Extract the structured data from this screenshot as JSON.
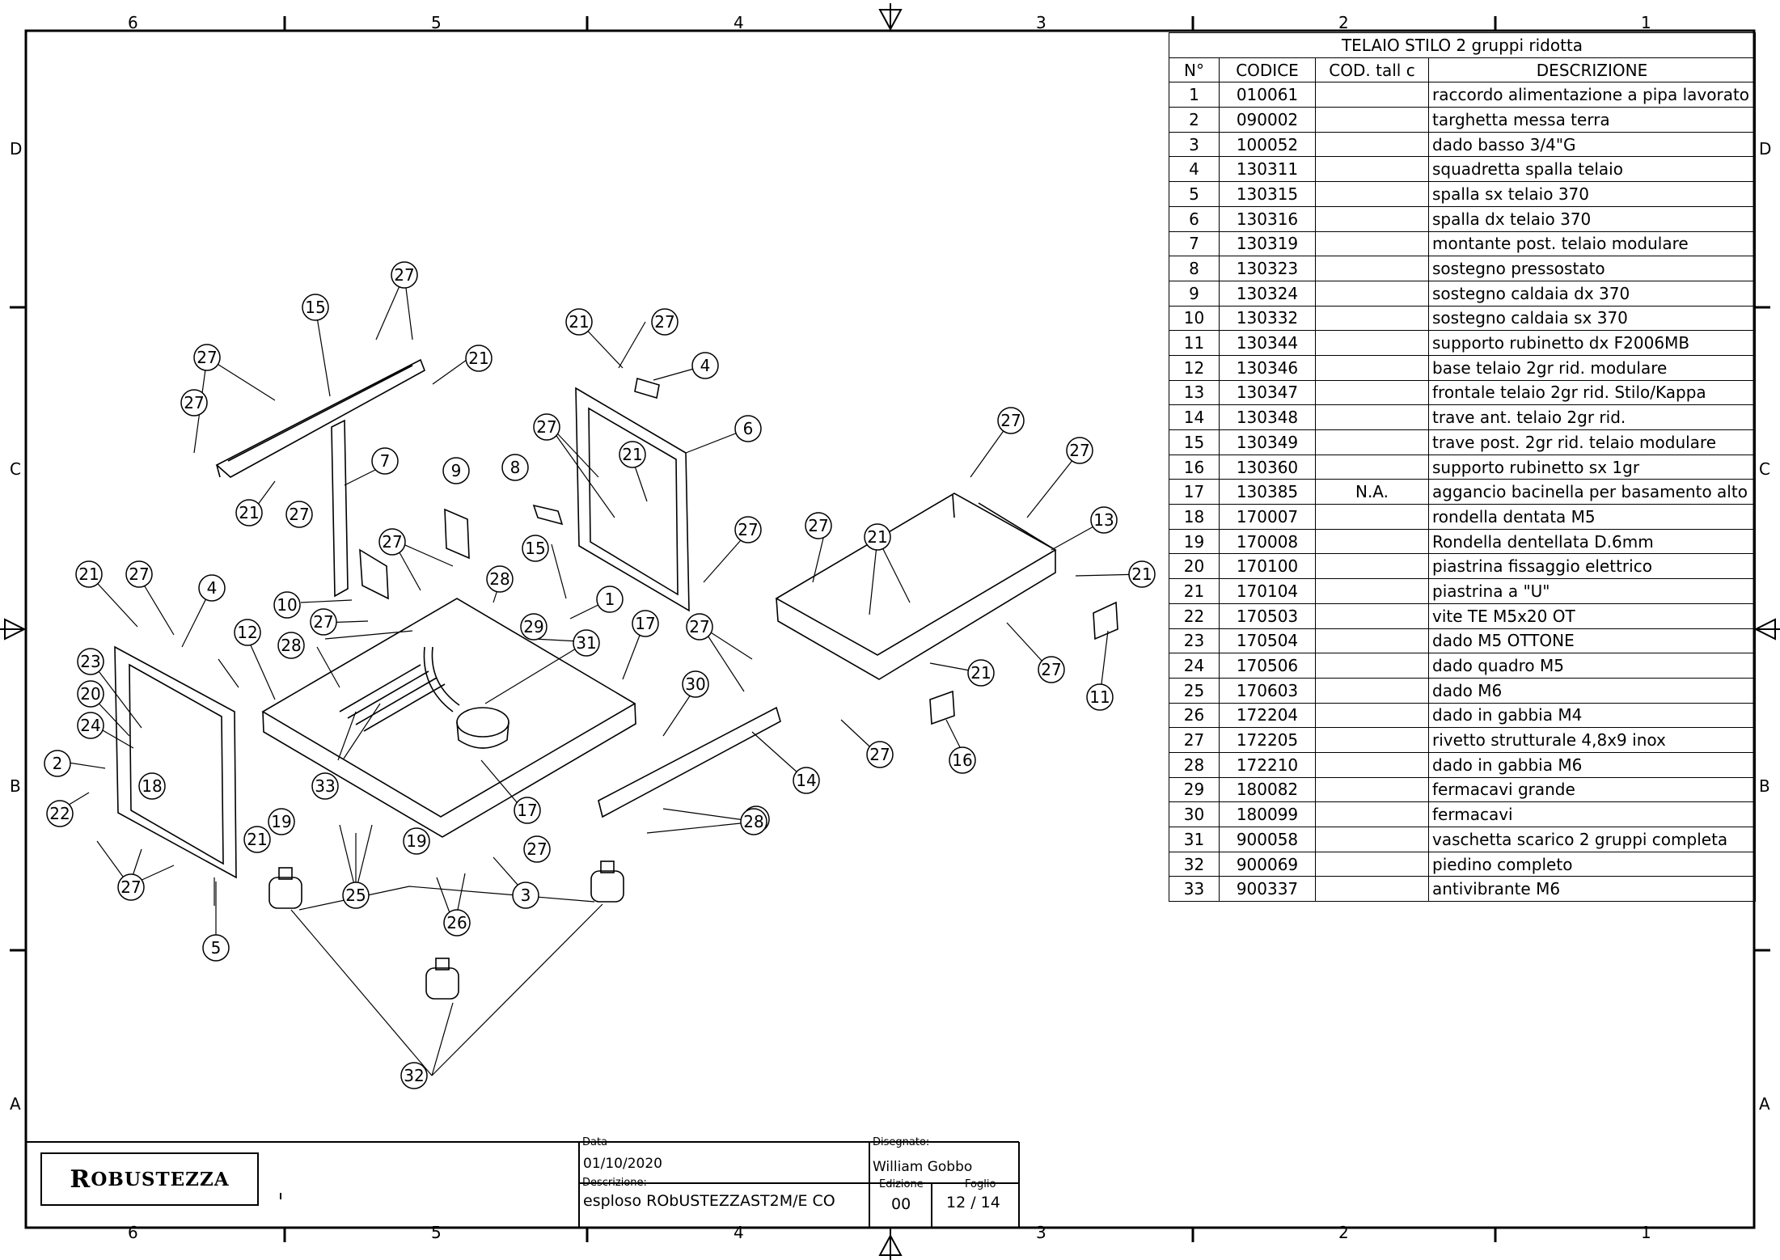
{
  "sheet": {
    "top_zone_labels": [
      "6",
      "5",
      "4",
      "3",
      "2",
      "1"
    ],
    "bottom_zone_labels": [
      "6",
      "5",
      "4",
      "3",
      "2",
      "1"
    ],
    "left_zone_labels": [
      "D",
      "C",
      "B",
      "A"
    ],
    "right_zone_labels": [
      "D",
      "C",
      "B",
      "A"
    ]
  },
  "parts_table": {
    "title": "TELAIO STILO 2 gruppi ridotta",
    "headers": {
      "no": "N°",
      "code": "CODICE",
      "tall": "COD. tall c",
      "desc": "DESCRIZIONE"
    },
    "rows": [
      {
        "no": "1",
        "code": "010061",
        "tall": "",
        "desc": "raccordo alimentazione a pipa lavorato"
      },
      {
        "no": "2",
        "code": "090002",
        "tall": "",
        "desc": "targhetta messa terra"
      },
      {
        "no": "3",
        "code": "100052",
        "tall": "",
        "desc": "dado basso 3/4\"G"
      },
      {
        "no": "4",
        "code": "130311",
        "tall": "",
        "desc": "squadretta spalla telaio"
      },
      {
        "no": "5",
        "code": "130315",
        "tall": "",
        "desc": "spalla sx telaio 370"
      },
      {
        "no": "6",
        "code": "130316",
        "tall": "",
        "desc": "spalla dx telaio 370"
      },
      {
        "no": "7",
        "code": "130319",
        "tall": "",
        "desc": "montante post. telaio modulare"
      },
      {
        "no": "8",
        "code": "130323",
        "tall": "",
        "desc": "sostegno pressostato"
      },
      {
        "no": "9",
        "code": "130324",
        "tall": "",
        "desc": "sostegno caldaia dx 370"
      },
      {
        "no": "10",
        "code": "130332",
        "tall": "",
        "desc": "sostegno caldaia sx 370"
      },
      {
        "no": "11",
        "code": "130344",
        "tall": "",
        "desc": "supporto rubinetto dx F2006MB"
      },
      {
        "no": "12",
        "code": "130346",
        "tall": "",
        "desc": "base telaio 2gr rid. modulare"
      },
      {
        "no": "13",
        "code": "130347",
        "tall": "",
        "desc": "frontale telaio 2gr rid. Stilo/Kappa"
      },
      {
        "no": "14",
        "code": "130348",
        "tall": "",
        "desc": "trave ant. telaio 2gr rid."
      },
      {
        "no": "15",
        "code": "130349",
        "tall": "",
        "desc": "trave post. 2gr rid. telaio modulare"
      },
      {
        "no": "16",
        "code": "130360",
        "tall": "",
        "desc": "supporto rubinetto sx 1gr"
      },
      {
        "no": "17",
        "code": "130385",
        "tall": "N.A.",
        "desc": "aggancio bacinella per basamento alto"
      },
      {
        "no": "18",
        "code": "170007",
        "tall": "",
        "desc": "rondella dentata M5"
      },
      {
        "no": "19",
        "code": "170008",
        "tall": "",
        "desc": "Rondella dentellata D.6mm"
      },
      {
        "no": "20",
        "code": "170100",
        "tall": "",
        "desc": "piastrina fissaggio elettrico"
      },
      {
        "no": "21",
        "code": "170104",
        "tall": "",
        "desc": "piastrina a \"U\""
      },
      {
        "no": "22",
        "code": "170503",
        "tall": "",
        "desc": "vite TE M5x20 OT"
      },
      {
        "no": "23",
        "code": "170504",
        "tall": "",
        "desc": "dado M5 OTTONE"
      },
      {
        "no": "24",
        "code": "170506",
        "tall": "",
        "desc": "dado quadro M5"
      },
      {
        "no": "25",
        "code": "170603",
        "tall": "",
        "desc": "dado M6"
      },
      {
        "no": "26",
        "code": "172204",
        "tall": "",
        "desc": "dado in gabbia M4"
      },
      {
        "no": "27",
        "code": "172205",
        "tall": "",
        "desc": "rivetto strutturale 4,8x9 inox"
      },
      {
        "no": "28",
        "code": "172210",
        "tall": "",
        "desc": "dado in gabbia M6"
      },
      {
        "no": "29",
        "code": "180082",
        "tall": "",
        "desc": "fermacavi grande"
      },
      {
        "no": "30",
        "code": "180099",
        "tall": "",
        "desc": "fermacavi"
      },
      {
        "no": "31",
        "code": "900058",
        "tall": "",
        "desc": "vaschetta scarico 2 gruppi completa"
      },
      {
        "no": "32",
        "code": "900069",
        "tall": "",
        "desc": "piedino completo"
      },
      {
        "no": "33",
        "code": "900337",
        "tall": "",
        "desc": "antivibrante M6"
      }
    ]
  },
  "balloons": [
    "27",
    "15",
    "21",
    "27",
    "4",
    "27",
    "21",
    "7",
    "9",
    "8",
    "21",
    "27",
    "6",
    "27",
    "27",
    "27",
    "27",
    "13",
    "15",
    "27",
    "21",
    "21",
    "27",
    "28",
    "1",
    "17",
    "10",
    "27",
    "28",
    "29",
    "31",
    "12",
    "27",
    "21",
    "4",
    "23",
    "20",
    "24",
    "2",
    "22",
    "18",
    "19",
    "33",
    "19",
    "17",
    "27",
    "30",
    "27",
    "14",
    "28",
    "27",
    "25",
    "26",
    "3",
    "21",
    "21",
    "27",
    "16",
    "11",
    "32",
    "21",
    "27",
    "5",
    "27",
    "28"
  ],
  "title_block": {
    "logo_first": "R",
    "logo_rest": "OBUSTEZZA",
    "data_label": "Data",
    "data_value": "01/10/2020",
    "descrizione_label": "Descrizione:",
    "descrizione_value": "esploso RObUSTEZZAST2M/E CO",
    "disegnato_label": "Disegnato:",
    "disegnato_value": "William Gobbo",
    "edizione_label": "Edizione",
    "edizione_value": "00",
    "foglio_label": "Foglio",
    "foglio_value": "12 / 14"
  }
}
